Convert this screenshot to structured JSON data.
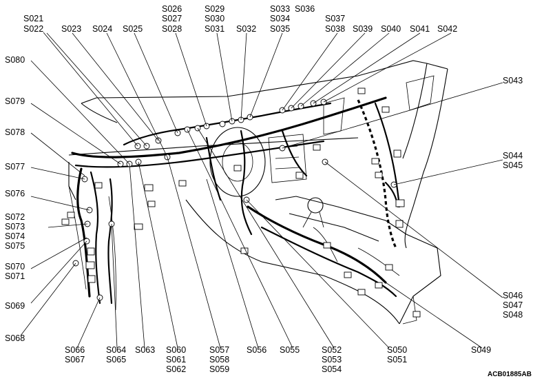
{
  "diagram": {
    "code": "ACB01885AB",
    "labels": {
      "l1": "S021",
      "l2": "S022",
      "l3": "S023",
      "l4": "S024",
      "l5": "S025",
      "l6": "S026",
      "l7": "S027",
      "l8": "S028",
      "l9": "S029",
      "l10": "S030",
      "l11": "S031",
      "l12": "S032",
      "l13": "S033",
      "l14": "S036",
      "l15": "S034",
      "l16": "S035",
      "l17": "S037",
      "l18": "S038",
      "l19": "S039",
      "l20": "S040",
      "l21": "S041",
      "l22": "S042",
      "l23": "S043",
      "l24": "S044",
      "l25": "S045",
      "l26": "S046",
      "l27": "S047",
      "l28": "S048",
      "l29": "S049",
      "l30": "S050",
      "l31": "S051",
      "l32": "S052",
      "l33": "S053",
      "l34": "S054",
      "l35": "S055",
      "l36": "S056",
      "l37": "S057",
      "l38": "S058",
      "l39": "S059",
      "l40": "S060",
      "l41": "S061",
      "l42": "S062",
      "l43": "S063",
      "l44": "S064",
      "l45": "S065",
      "l46": "S066",
      "l47": "S067",
      "l48": "S068",
      "l49": "S069",
      "l50": "S070",
      "l51": "S071",
      "l52": "S072",
      "l53": "S073",
      "l54": "S074",
      "l55": "S075",
      "l56": "S076",
      "l57": "S077",
      "l58": "S078",
      "l59": "S079",
      "l60": "S080"
    }
  }
}
